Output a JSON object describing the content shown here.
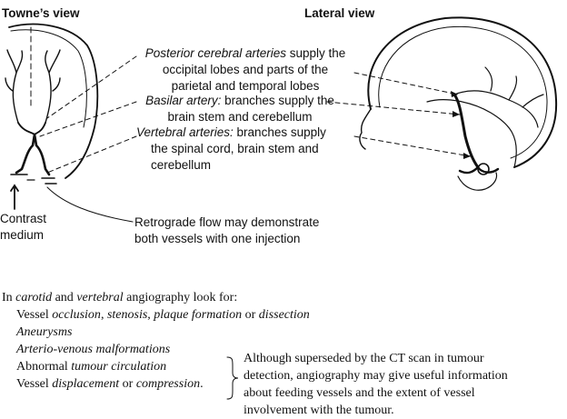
{
  "diagram": {
    "towne_title": "Towne’s view",
    "lateral_title": "Lateral view",
    "posterior": {
      "em": "Posterior cerebral arteries",
      "rest": " supply the",
      "line2": "occipital lobes and parts of the",
      "line3": "parietal and temporal lobes"
    },
    "basilar": {
      "em": "Basilar artery:",
      "rest": " branches supply the",
      "line2": "brain stem and cerebellum"
    },
    "vertebral": {
      "em": "Vertebral arteries:",
      "rest": " branches supply",
      "line2": "the spinal cord, brain stem and",
      "line3": "cerebellum"
    },
    "contrast_line1": "Contrast",
    "contrast_line2": "medium",
    "retrograde_line1": "Retrograde flow may demonstrate",
    "retrograde_line2": "both vessels with one injection"
  },
  "text": {
    "intro_a": "In ",
    "intro_carotid": "carotid",
    "intro_b": " and ",
    "intro_vertebral": "vertebral",
    "intro_c": " angiography look for:",
    "item1_a": "Vessel ",
    "item1_occlusion": "occlusion",
    "item1_b": ", ",
    "item1_stenosis": "stenosis",
    "item1_c": ", ",
    "item1_plaque": "plaque formation",
    "item1_d": " or ",
    "item1_dissection": "dissection",
    "item2": "Aneurysms",
    "item3": "Arterio-venous malformations",
    "item4_a": "Abnormal ",
    "item4_em": "tumour circulation",
    "item5_a": "Vessel ",
    "item5_displacement": "displacement",
    "item5_b": " or ",
    "item5_compression": "compression",
    "item5_c": ".",
    "note_line1": "Although superseded by the CT scan in tumour",
    "note_line2": "detection, angiography may give useful information",
    "note_line3": "about feeding vessels and the extent of vessel",
    "note_line4": "involvement with the tumour."
  }
}
